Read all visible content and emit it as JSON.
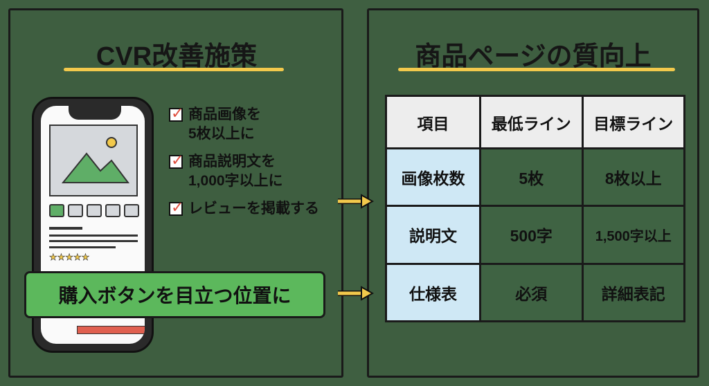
{
  "left_panel": {
    "title": "CVR改善施策",
    "checklist": [
      {
        "line1": "商品画像を",
        "line2": "5枚以上に"
      },
      {
        "line1": "商品説明文を",
        "line2": "1,000字以上に"
      },
      {
        "line1": "レビューを掲載する",
        "line2": ""
      }
    ],
    "banner": "購入ボタンを目立つ位置に",
    "stars": "★★★★★"
  },
  "right_panel": {
    "title": "商品ページの質向上",
    "table": {
      "headers": [
        "項目",
        "最低ライン",
        "目標ライン"
      ],
      "rows": [
        [
          "画像枚数",
          "5枚",
          "8枚以上"
        ],
        [
          "説明文",
          "500字",
          "1,500字以上"
        ],
        [
          "仕様表",
          "必須",
          "詳細表記"
        ]
      ]
    }
  },
  "colors": {
    "background": "#3f5f41",
    "accent": "#f2c94c",
    "banner": "#5cb85c",
    "check": "#e05040"
  }
}
